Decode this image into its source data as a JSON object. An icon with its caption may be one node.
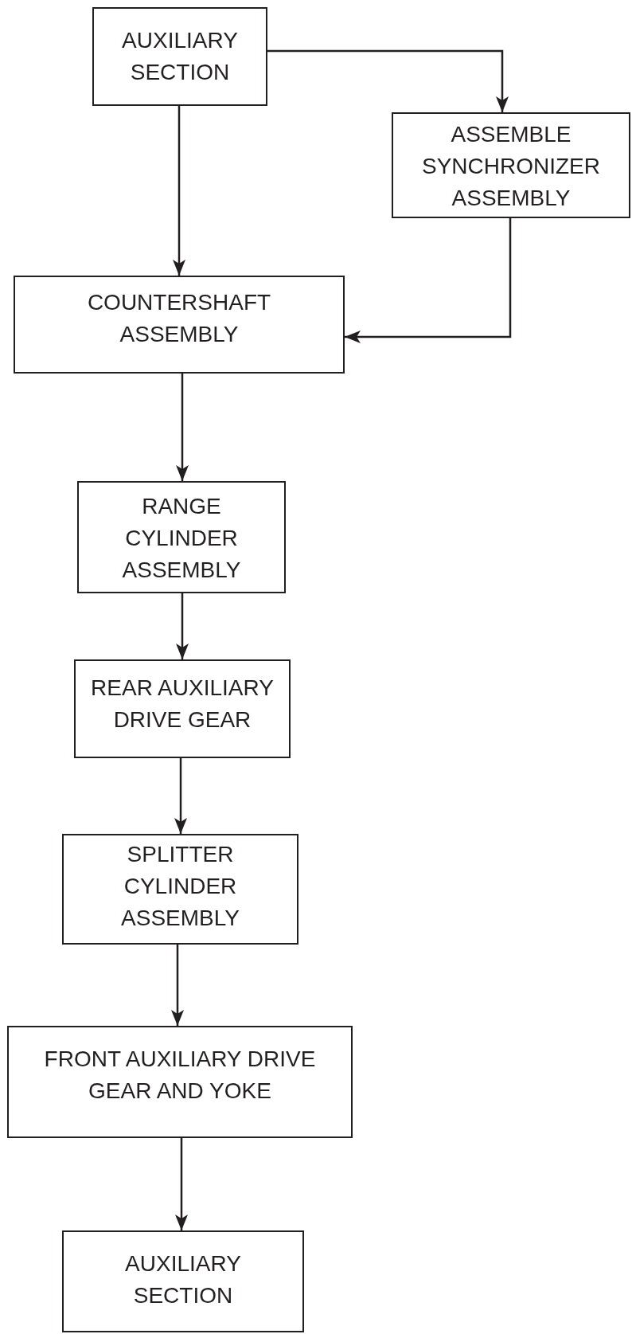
{
  "diagram": {
    "nodes": [
      {
        "text": [
          "AUXILIARY SECTION"
        ]
      },
      {
        "text": [
          "ASSEMBLE SYNCHRONIZER ASSEMBLY"
        ]
      },
      {
        "text": [
          "COUNTERSHAFT ASSEMBLY"
        ]
      },
      {
        "text": [
          "RANGE CYLINDER ASSEMBLY"
        ]
      },
      {
        "text": [
          "REAR AUXILIARY DRIVE GEAR"
        ]
      },
      {
        "text": [
          "SPLITTER CYLINDER ASSEMBLY"
        ]
      },
      {
        "text": [
          "FRONT AUXILIARY DRIVE GEAR AND YOKE"
        ]
      },
      {
        "text": [
          "AUXILIARY SECTION"
        ]
      }
    ],
    "edges": [
      {
        "from": 0,
        "to": 1,
        "arrow": "to"
      },
      {
        "from": 0,
        "to": 2,
        "arrow": "to"
      },
      {
        "from": 1,
        "to": 2,
        "arrow": "to"
      },
      {
        "from": 2,
        "to": 3,
        "arrow": "to"
      },
      {
        "from": 3,
        "to": 4,
        "arrow": "to"
      },
      {
        "from": 4,
        "to": 5,
        "arrow": "to"
      },
      {
        "from": 5,
        "to": 6,
        "arrow": "to"
      },
      {
        "from": 6,
        "to": 7,
        "arrow": "to"
      }
    ]
  }
}
